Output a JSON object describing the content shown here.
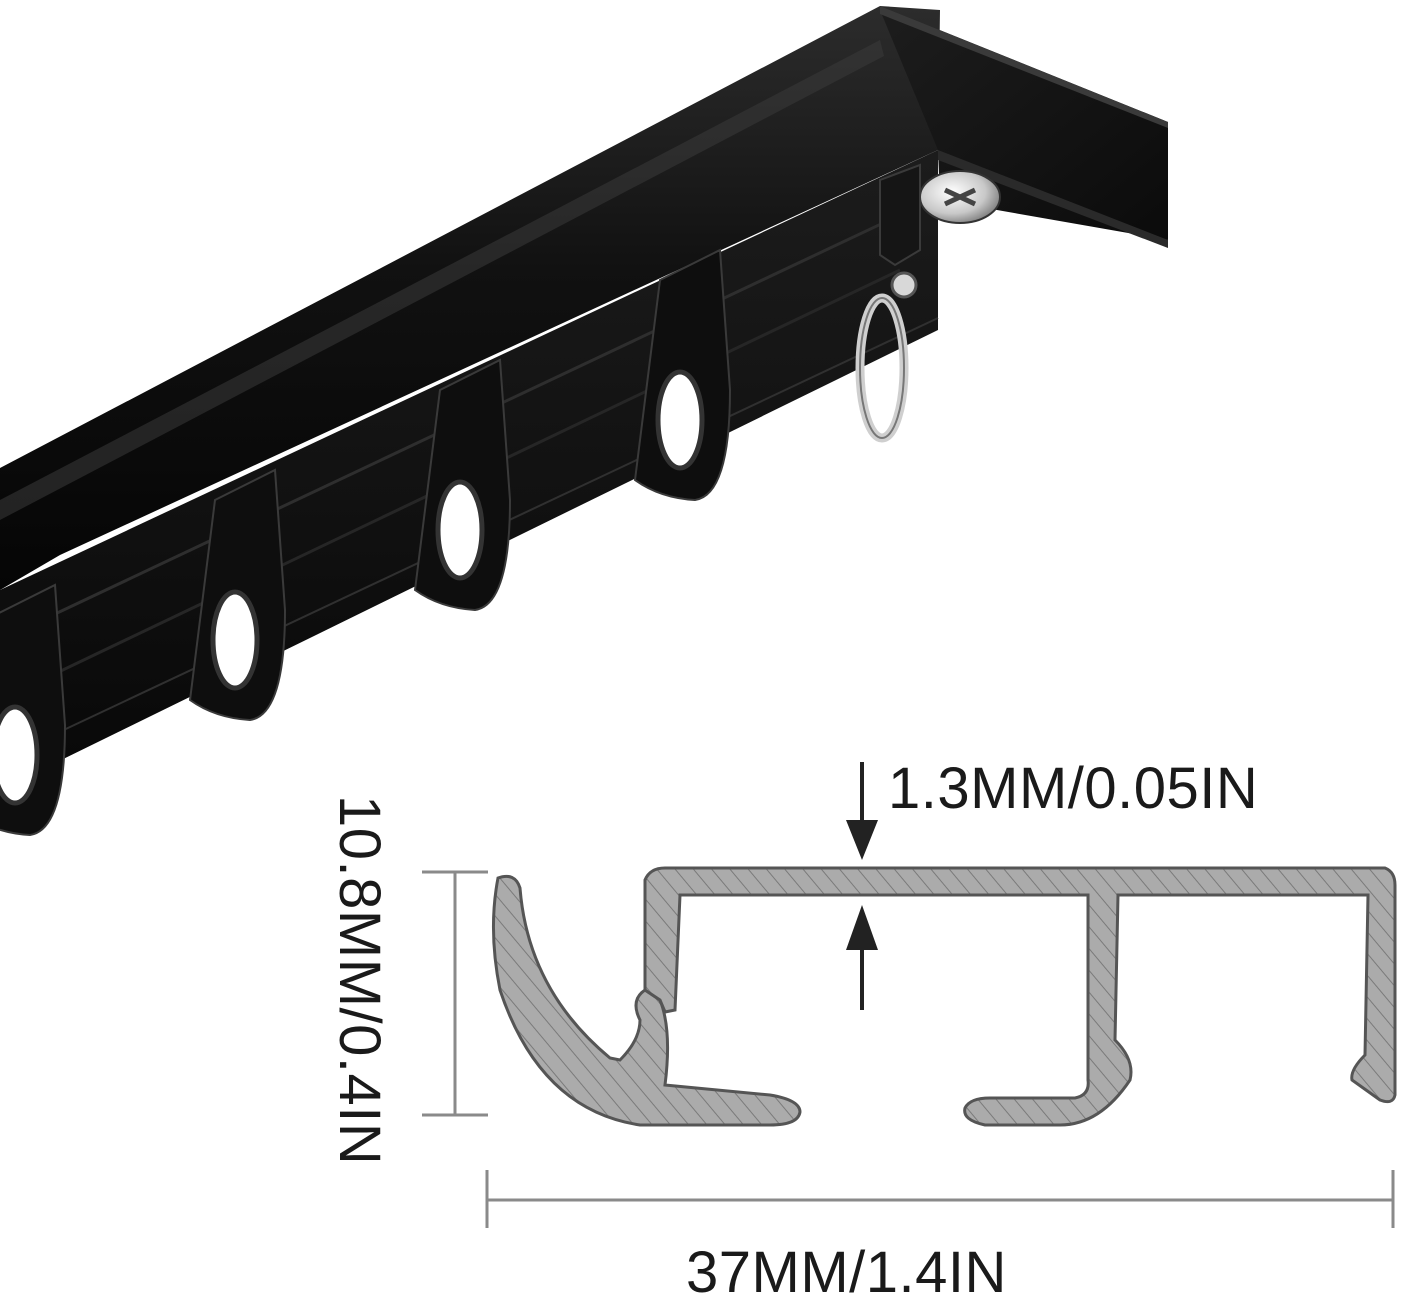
{
  "diagram": {
    "product": "ceiling-curtain-track",
    "track_color": "#101010",
    "profile_fill": "#a9a9a9",
    "profile_stroke": "#5a5a5a",
    "hatch_color": "#6e6e6e",
    "dimension_line_color": "#8a8a8a",
    "glider_count": 4,
    "end_hook": "oval-metal-ring-with-swivel",
    "end_fixing": "phillips-screw",
    "dimensions": {
      "wall_thickness": "1.3MM/0.05IN",
      "height": "10.8MM/0.4IN",
      "width": "37MM/1.4IN"
    }
  }
}
